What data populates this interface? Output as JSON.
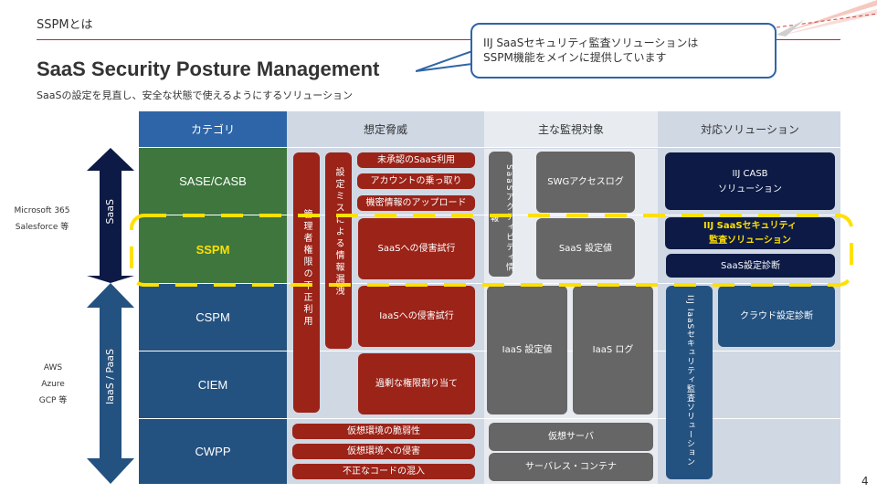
{
  "header": {
    "section": "SSPMとは",
    "title": "SaaS Security Posture Management",
    "subtitle": "SaaSの設定を見直し、安全な状態で使えるようにするソリューション"
  },
  "callout": {
    "line1": "IIJ SaaSセキュリティ監査ソリューションは",
    "line2": "SSPM機能をメインに提供しています"
  },
  "table": {
    "headers": {
      "category": "カテゴリ",
      "threats": "想定脅威",
      "targets": "主な監視対象",
      "solutions": "対応ソリューション"
    },
    "categories": [
      "SASE/CASB",
      "SSPM",
      "CSPM",
      "CIEM",
      "CWPP"
    ],
    "threats": {
      "admin_misuse": "管理者権限の不正利用",
      "misconfig_leak": "設定ミスによる情報漏洩",
      "unapproved_saas": "未承認のSaaS利用",
      "account_takeover": "アカウントの乗っ取り",
      "upload_secret": "機密情報のアップロード",
      "saas_intrusion": "SaaSへの侵害試行",
      "iaas_intrusion": "IaaSへの侵害試行",
      "excess_privilege": "過剰な権限割り当て",
      "vm_vuln": "仮想環境の脆弱性",
      "vm_intrusion": "仮想環境への侵害",
      "bad_code": "不正なコードの混入"
    },
    "targets": {
      "saas_activity": "SaaSアクティビティ情報",
      "swg_log": "SWGアクセスログ",
      "saas_config": "SaaS 設定値",
      "iaas_config": "IaaS 設定値",
      "iaas_log": "IaaS ログ",
      "vm_server": "仮想サーバ",
      "serverless": "サーバレス・コンテナ"
    },
    "solutions": {
      "casb_line1": "IIJ CASB",
      "casb_line2": "ソリューション",
      "sspm_line1": "IIJ SaaSセキュリティ",
      "sspm_line2": "監査ソリューション",
      "saas_diag": "SaaS設定診断",
      "iaas_audit": "IIJ IaaSセキュリティ監査ソリューション",
      "cloud_diag": "クラウド設定診断"
    }
  },
  "side": {
    "saas_label": "SaaS",
    "saas_examples_line1": "Microsoft 365",
    "saas_examples_line2": "Salesforce 等",
    "iaas_label": "IaaS / PaaS",
    "iaas_examples_line1": "AWS",
    "iaas_examples_line2": "Azure",
    "iaas_examples_line3": "GCP 等"
  },
  "colors": {
    "accent_rule": "#cc2222",
    "category_green": "#3e763e",
    "category_blue": "#245280",
    "threat_red": "#9b2318",
    "target_gray": "#666666",
    "solution_navy": "#0c1a45",
    "highlight_yellow": "#ffe000"
  },
  "page_number": "4"
}
